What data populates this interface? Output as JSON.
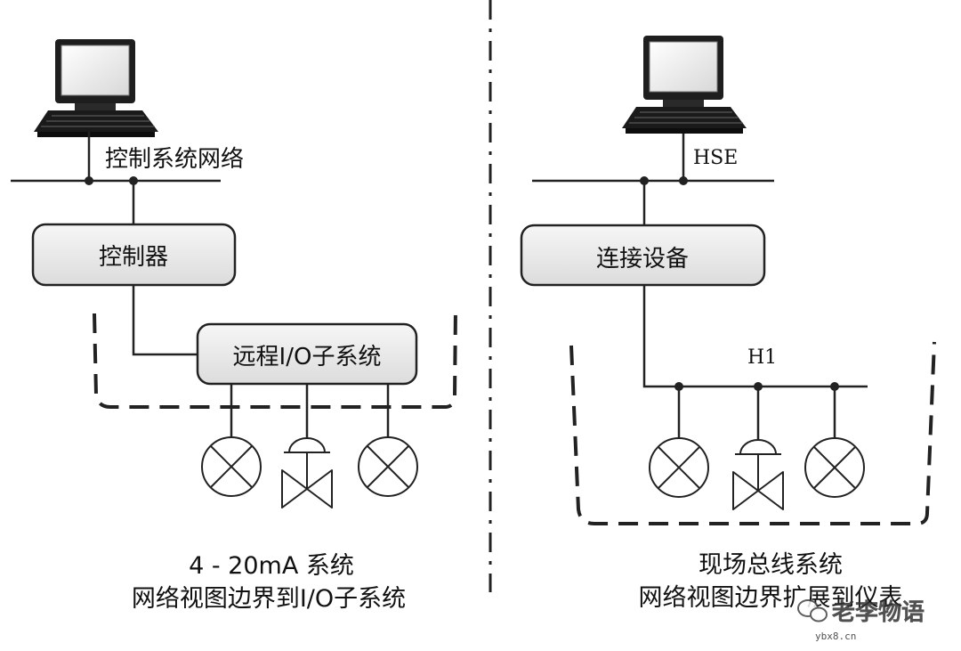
{
  "left_system": {
    "network_label": "控制系统网络",
    "controller_label": "控制器",
    "remote_io_label": "远程I/O子系统",
    "caption_line1": "4 - 20mA 系统",
    "caption_line2": "网络视图边界到I/O子系统"
  },
  "right_system": {
    "hse_label": "HSE",
    "linking_device_label": "连接设备",
    "h1_label": "H1",
    "caption_line1": "现场总线系统",
    "caption_line2": "网络视图边界扩展到仪表"
  },
  "watermark": {
    "text": "老李物语",
    "url": "ybx8.cn"
  }
}
